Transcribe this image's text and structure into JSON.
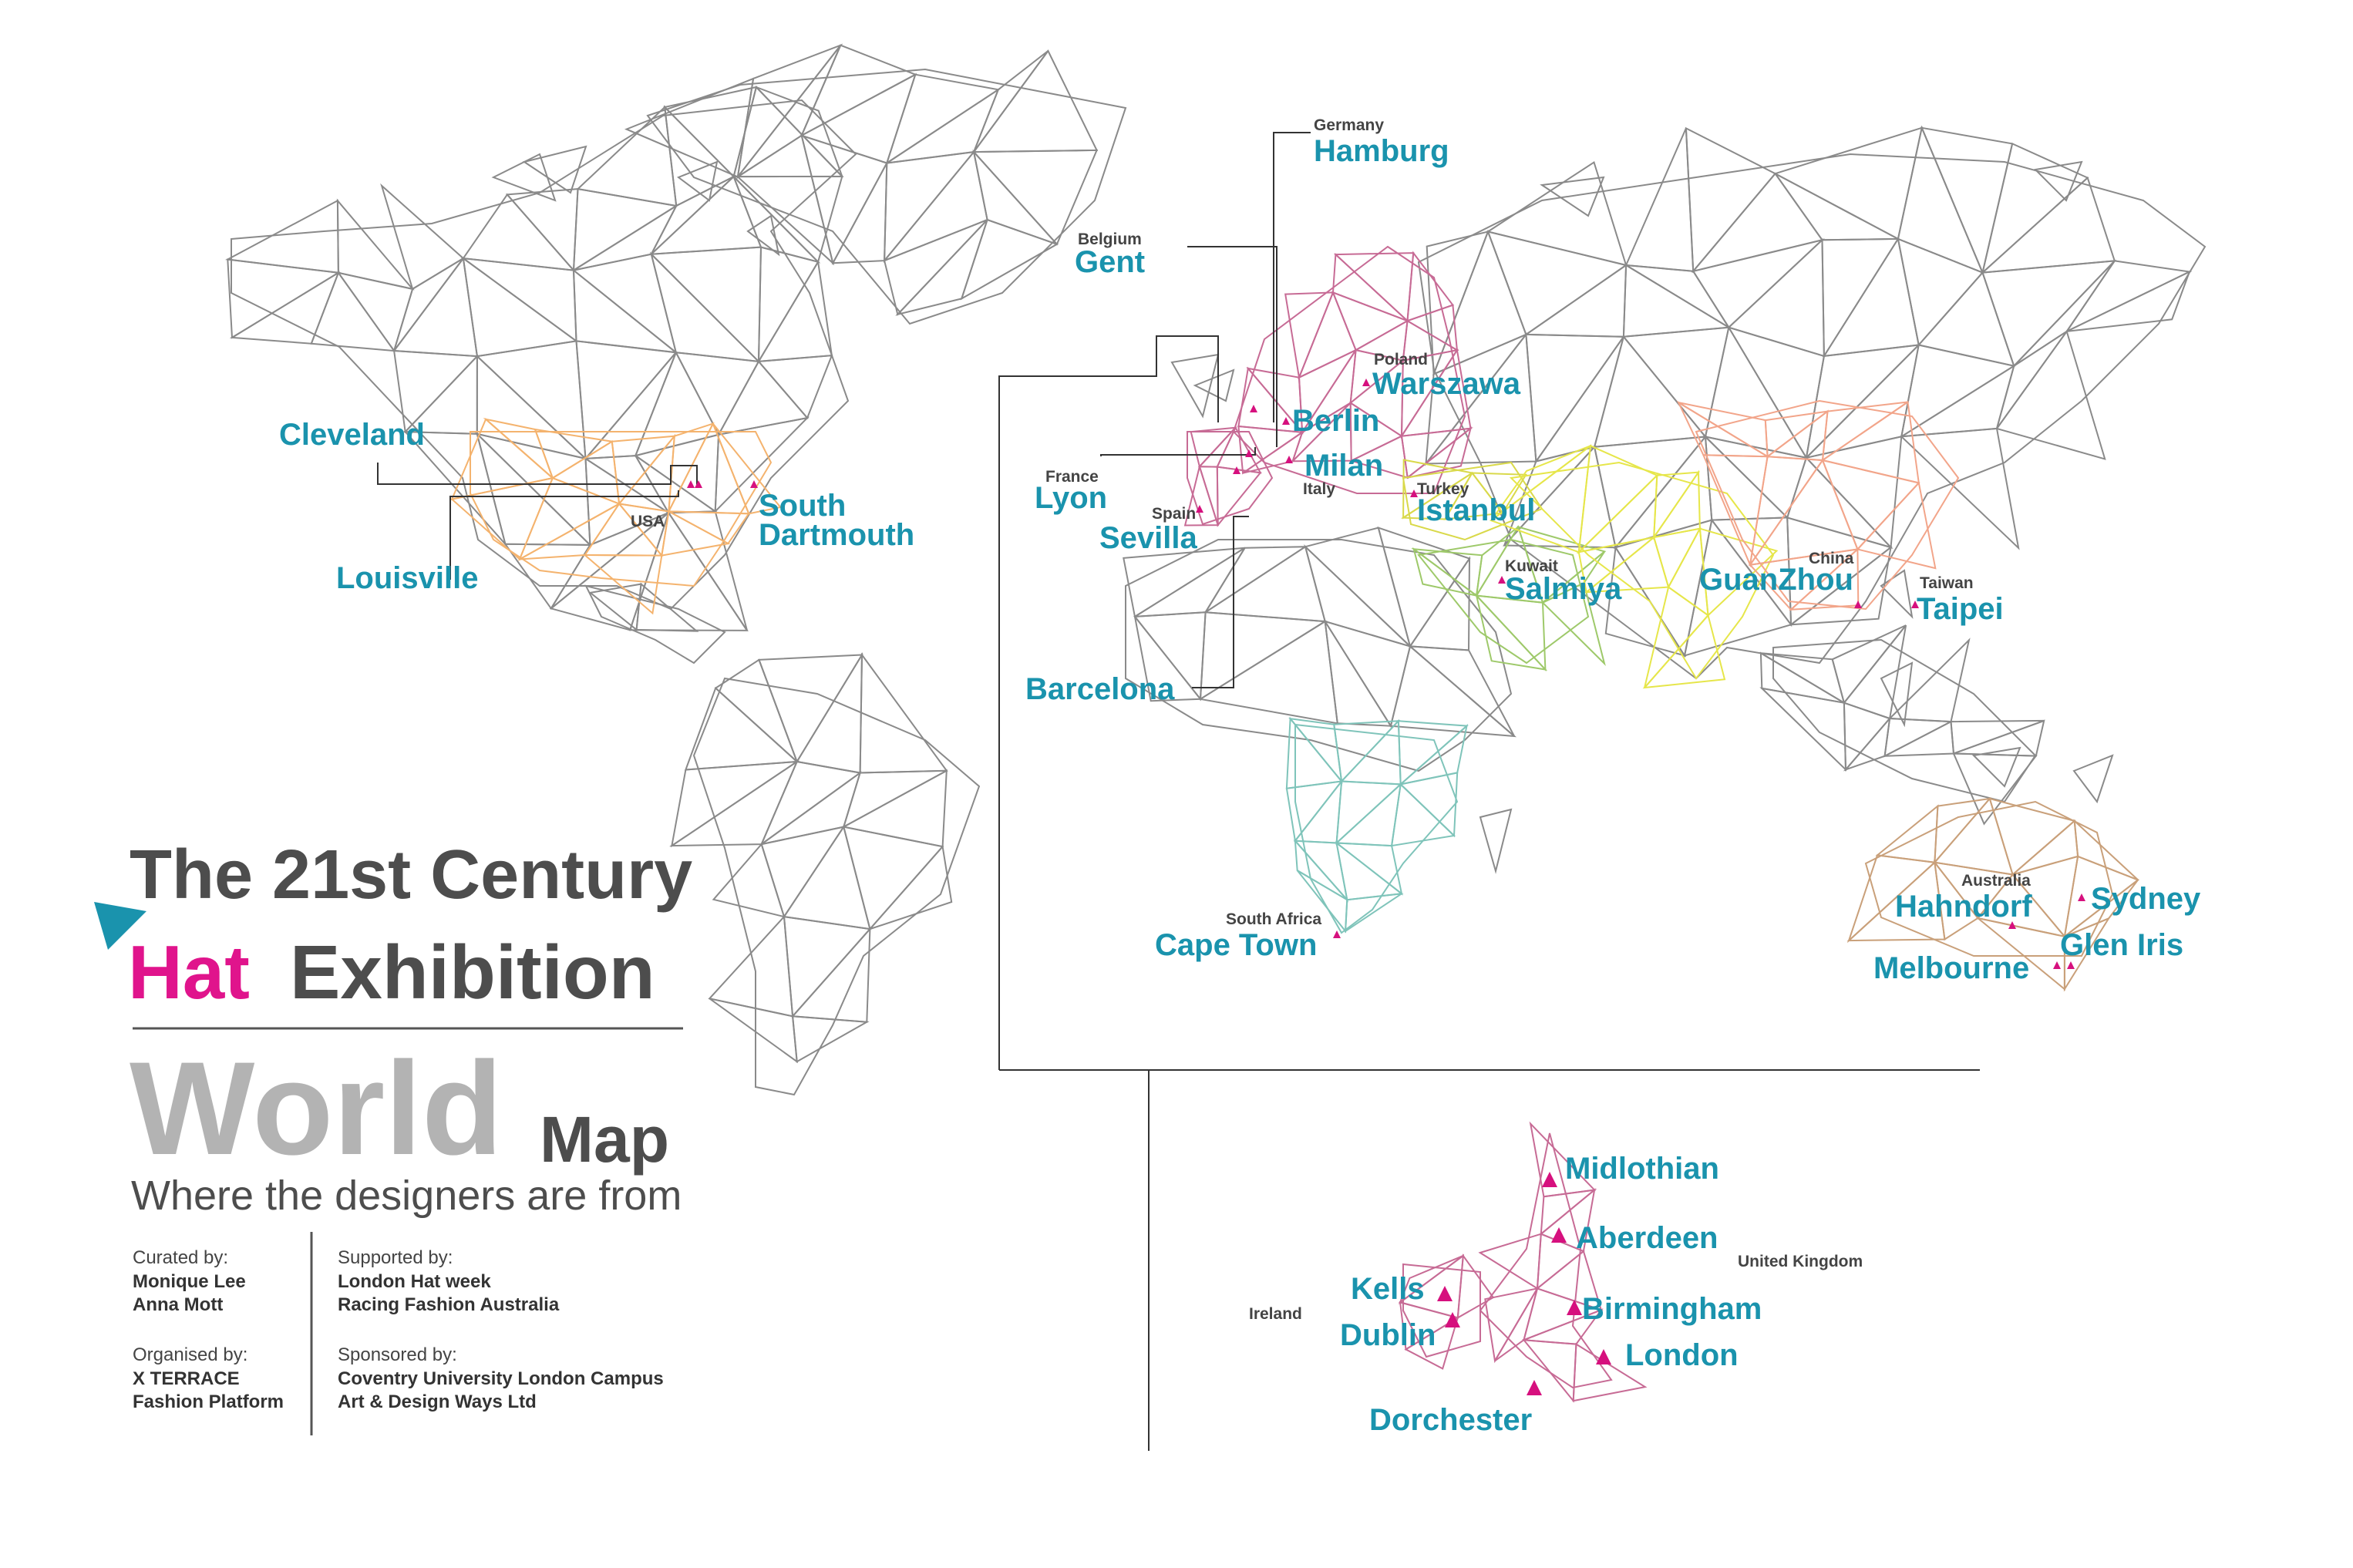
{
  "title": {
    "line1": "The 21st Century",
    "hat": "Hat",
    "exhibition": "Exhibition",
    "world": "World",
    "map": "Map",
    "subtitle": "Where the designers are from"
  },
  "credits": {
    "curated_label": "Curated by:",
    "curated_1": "Monique Lee",
    "curated_2": "Anna Mott",
    "organised_label": "Organised by:",
    "organised_1": "X TERRACE",
    "organised_2": "Fashion Platform",
    "supported_label": "Supported by:",
    "supported_1": "London Hat week",
    "supported_2": "Racing Fashion Australia",
    "sponsored_label": "Sponsored by:",
    "sponsored_1": "Coventry University London Campus",
    "sponsored_2": "Art & Design Ways Ltd"
  },
  "cities": {
    "cleveland": "Cleveland",
    "louisville": "Louisville",
    "south_dartmouth_1": "South",
    "south_dartmouth_2": "Dartmouth",
    "hamburg": "Hamburg",
    "gent": "Gent",
    "lyon": "Lyon",
    "sevilla": "Sevilla",
    "barcelona": "Barcelona",
    "berlin": "Berlin",
    "milan": "Milan",
    "warszawa": "Warszawa",
    "istanbul": "Istanbul",
    "salmiya": "Salmiya",
    "guanzhou": "GuanZhou",
    "taipei": "Taipei",
    "cape_town": "Cape Town",
    "hahndorf": "Hahndorf",
    "sydney": "Sydney",
    "melbourne": "Melbourne",
    "glen_iris": "Glen Iris",
    "midlothian": "Midlothian",
    "aberdeen": "Aberdeen",
    "kells": "Kells",
    "dublin": "Dublin",
    "birmingham": "Birmingham",
    "london": "London",
    "dorchester": "Dorchester"
  },
  "countries": {
    "usa": "USA",
    "germany": "Germany",
    "belgium": "Belgium",
    "france": "France",
    "spain": "Spain",
    "italy": "Italy",
    "poland": "Poland",
    "turkey": "Turkey",
    "kuwait": "Kuwait",
    "china": "China",
    "taiwan": "Taiwan",
    "south_africa": "South Africa",
    "australia": "Australia",
    "united_kingdom": "United Kingdom",
    "ireland": "Ireland"
  },
  "colors": {
    "city_label": "#1a93ad",
    "country_label": "#444444",
    "accent_hat": "#e0148c",
    "marker": "#d6107e",
    "triangle_logo": "#1a93ad",
    "world_grey": "#b3b3b3",
    "title_dark": "#4d4d4d",
    "mesh_grey": "#8a8a8a",
    "mesh_usa": "#f4b36e",
    "mesh_europe": "#c76b95",
    "mesh_turkey": "#d9d94a",
    "mesh_middle_east": "#9ec96a",
    "mesh_asia_yellow": "#e6e64a",
    "mesh_asia_orange": "#f2a58a",
    "mesh_africa_south": "#7fc4ba",
    "mesh_australia": "#c9a07a",
    "mesh_uk": "#c76b95"
  },
  "icons": [
    "play-triangle-icon",
    "location-marker-icon"
  ]
}
